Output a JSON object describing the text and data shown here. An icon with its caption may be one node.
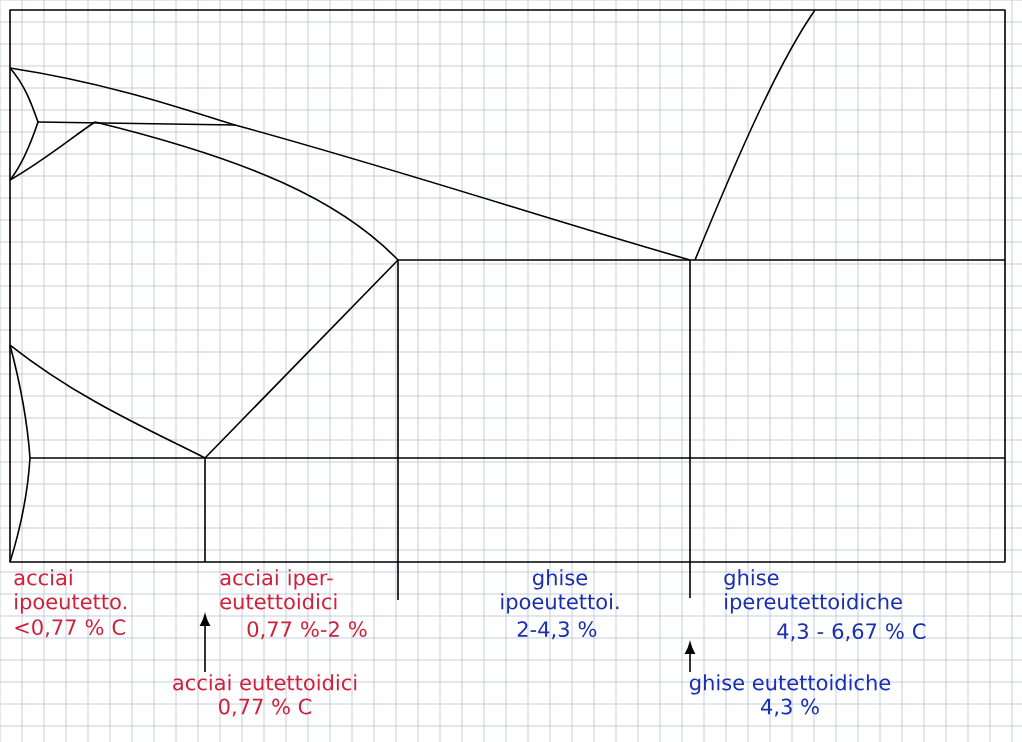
{
  "diagram": {
    "nodes": [
      {
        "text": [
          "acciai eutettoidici",
          "0,77 % C"
        ]
      },
      {
        "text": [
          "ghise eutettoidiche",
          "4,3 %"
        ]
      }
    ],
    "edges": [
      {
        "from": 0,
        "to": null,
        "arrow": "to"
      },
      {
        "from": 1,
        "to": null,
        "arrow": "to"
      }
    ],
    "labels": [
      "acciai ipoeutetto.",
      "<0,77 % C",
      "acciai iper-eutettoidici",
      "0,77 %-2 %",
      "ghise ipoeutettoi.",
      "2-4,3 %",
      "ghise ipereutettoidiche",
      "4,3 - 6,67 % C"
    ]
  }
}
